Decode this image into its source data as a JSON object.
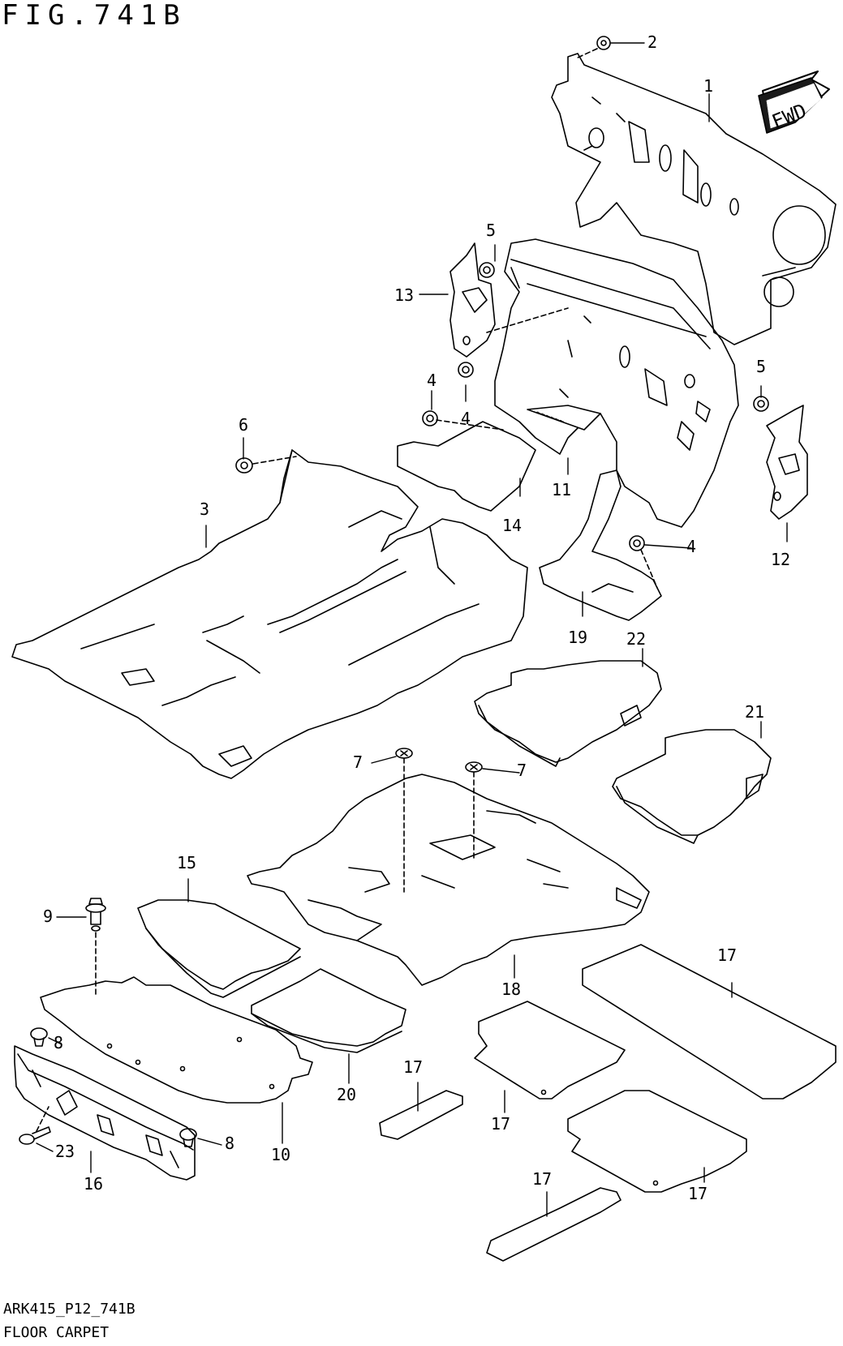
{
  "figure": {
    "title": "FIG.741B",
    "code": "ARK415_P12_741B",
    "name": "FLOOR CARPET",
    "fwd_label": "FWD"
  },
  "callouts": [
    "1",
    "2",
    "3",
    "4",
    "4",
    "4",
    "5",
    "5",
    "6",
    "7",
    "7",
    "8",
    "8",
    "9",
    "10",
    "11",
    "12",
    "13",
    "14",
    "15",
    "16",
    "17",
    "17",
    "17",
    "17",
    "17",
    "18",
    "19",
    "20",
    "21",
    "22",
    "23"
  ]
}
